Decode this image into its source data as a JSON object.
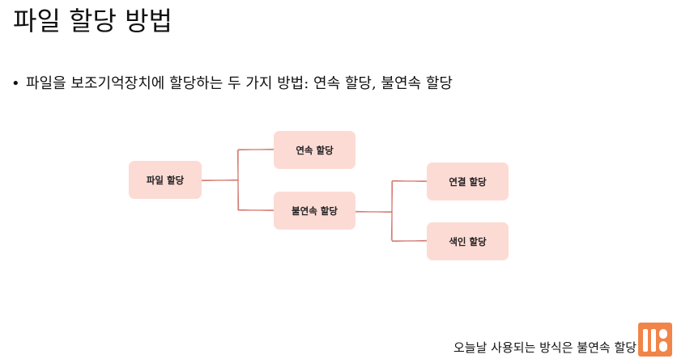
{
  "title": "파일 할당 방법",
  "bullet": {
    "marker": "•",
    "text": "파일을 보조기억장치에 할당하는 두 가지 방법: 연속 할당, 불연속 할당"
  },
  "diagram": {
    "root": "파일 할당",
    "contiguous": "연속 할당",
    "noncontiguous": "불연속 할당",
    "linked": "연결 할당",
    "indexed": "색인 할당",
    "line_color": "#c0392b",
    "node_color": "#fddbd5"
  },
  "footer_note": "오늘날 사용되는 방식은 불연속 할당",
  "logo": {
    "icon": "brand-logo-icon",
    "color": "#f07a3a"
  }
}
